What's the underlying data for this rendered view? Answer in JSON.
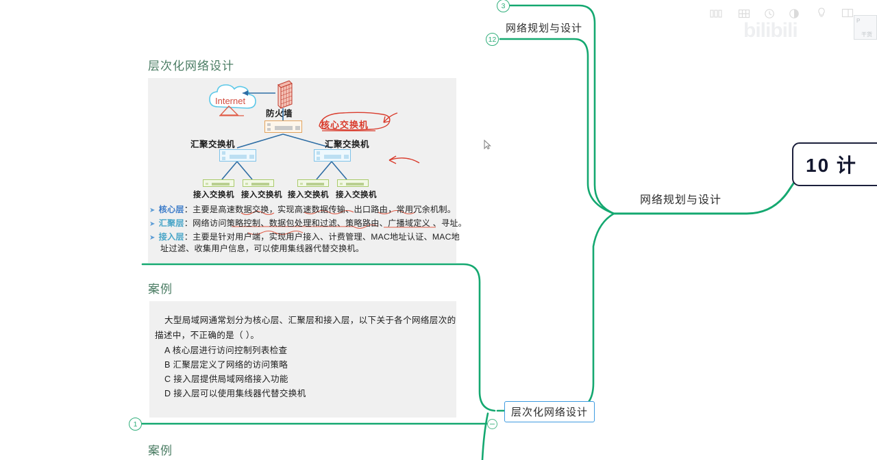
{
  "app": {
    "background": "#ffffff",
    "accent_green": "#14a870",
    "select_blue": "#3d9ae0"
  },
  "content_panel": {
    "section1": {
      "title": "层次化网络设计",
      "topology": {
        "internet_label": "Internet",
        "firewall_label": "防火墙",
        "core_annotation": "核心交换机",
        "distribution_labels": [
          "汇聚交换机",
          "汇聚交换机"
        ],
        "access_labels": [
          "接入交换机",
          "接入交换机",
          "接入交换机",
          "接入交换机"
        ]
      },
      "bullets": [
        {
          "key": "核心层",
          "sep": "：",
          "text": "主要是高速数据交换，实现高速数据传输、出口路由，常用冗余机制。"
        },
        {
          "key": "汇聚层",
          "sep": "：",
          "text": "网络访问策略控制、数据包处理和过滤、策略路由、广播域定义 、寻址。"
        },
        {
          "key": "接入层",
          "sep": "：",
          "text": "主要是针对用户端，实现用户接入、计费管理、MAC地址认证、MAC地"
        },
        {
          "key": "",
          "sep": "",
          "text": "址过滤、收集用户信息，可以使用集线器代替交换机。"
        }
      ]
    },
    "section2": {
      "title": "案例",
      "question_lines": [
        "大型局域网通常划分为核心层、汇聚层和接入层，以下关于各个网络层次的",
        "描述中，不正确的是（ ）。"
      ],
      "options": [
        "A 核心层进行访问控制列表检查",
        "B 汇聚层定义了网络的访问策略",
        "C 接入层提供局域网络接入功能",
        "D 接入层可以使用集线器代替交换机"
      ]
    },
    "section3": {
      "title": "案例"
    }
  },
  "mindmap": {
    "root_node": {
      "label": "10 计"
    },
    "nodes": [
      {
        "label": "网络规划与设计"
      },
      {
        "label": "网络规划与设计"
      },
      {
        "label": "层次化网络设计",
        "selected": true
      }
    ],
    "markers": [
      {
        "count": "3"
      },
      {
        "count": "12"
      },
      {
        "count": "1"
      }
    ]
  },
  "toolbar": {
    "icons": [
      "columns-icon",
      "grid-icon",
      "clock-icon",
      "contrast-icon",
      "bulb-icon",
      "window-icon"
    ]
  },
  "watermark": {
    "brand": "bilibili",
    "badge": "干货"
  }
}
